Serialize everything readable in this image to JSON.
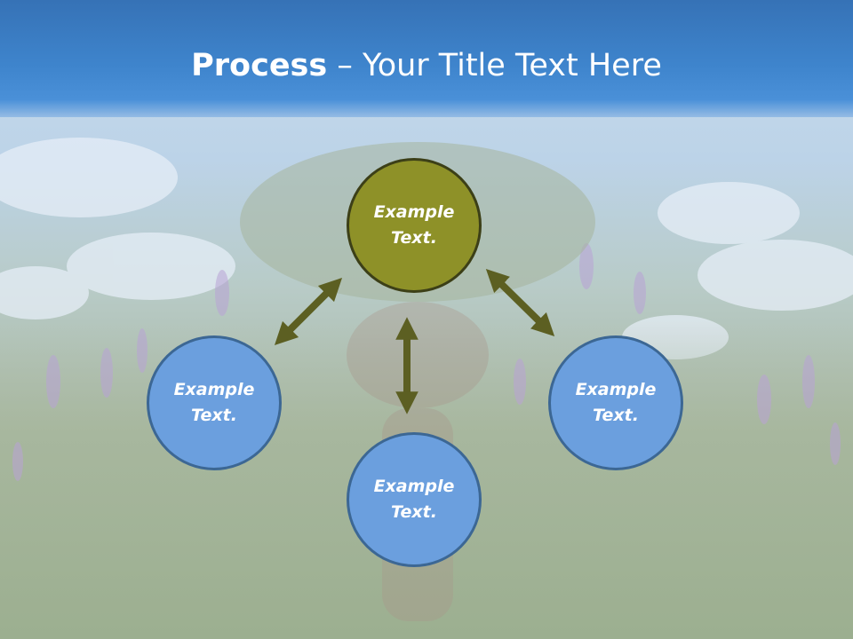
{
  "title": {
    "bold_part": "Process",
    "rest_part": " – Your Title Text Here"
  },
  "diagram": {
    "center_node": {
      "label": "Example\nText."
    },
    "left_node": {
      "label": "Example\nText."
    },
    "bottom_node": {
      "label": "Example\nText."
    },
    "right_node": {
      "label": "Example\nText."
    }
  },
  "colors": {
    "title_bar": "#3e84cc",
    "center_fill": "#8e9128",
    "center_border": "#3c3f17",
    "node_fill": "#6b9fde",
    "node_border": "#3c6794",
    "arrow": "#5c5f22"
  },
  "icons": {
    "arrows": "double-headed-arrow"
  }
}
